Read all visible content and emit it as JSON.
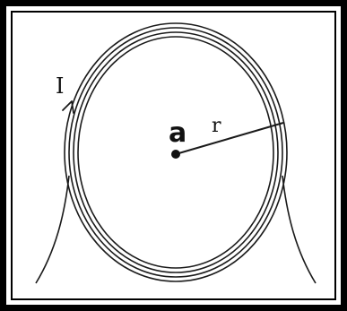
{
  "labels": {
    "center": "a",
    "radius": "r",
    "current": "I"
  },
  "colors": {
    "line": "#1a1a1a",
    "frame": "#000000",
    "background": "#ffffff"
  }
}
